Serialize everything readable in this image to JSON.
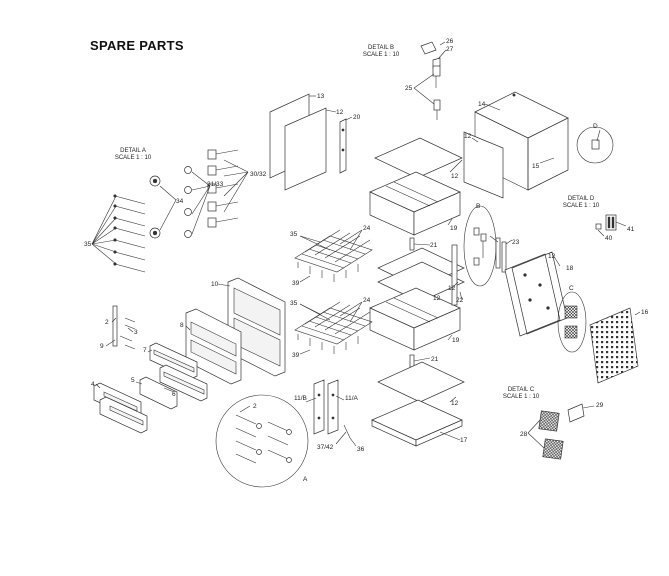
{
  "title": "SPARE PARTS",
  "details": {
    "a": {
      "name": "DETAIL A",
      "scale": "SCALE 1 : 10",
      "circle_label": "A"
    },
    "b": {
      "name": "DETAIL B",
      "scale": "SCALE 1 : 10",
      "oval_label": "B"
    },
    "c": {
      "name": "DETAIL C",
      "scale": "SCALE 1 : 10",
      "oval_label": "C"
    },
    "d": {
      "name": "DETAIL D",
      "scale": "SCALE 1 : 10",
      "circle_label": "D"
    }
  },
  "labels": {
    "p2a": "2",
    "p2b": "2",
    "p3": "3",
    "p4": "4",
    "p5": "5",
    "p6": "6",
    "p7": "7",
    "p8": "8",
    "p9": "9",
    "p10": "10",
    "p11a": "11/A",
    "p11b": "11/B",
    "p12a": "12",
    "p12b": "12",
    "p12c": "12",
    "p12d": "12",
    "p12e": "12",
    "p12f": "12",
    "p12g": "12",
    "p13": "13",
    "p14": "14",
    "p15": "15",
    "p16": "16",
    "p17": "17",
    "p18": "18",
    "p19a": "19",
    "p19b": "19",
    "p20": "20",
    "p21a": "21",
    "p21b": "21",
    "p22": "22",
    "p23": "23",
    "p24a": "24",
    "p24b": "24",
    "p25": "25",
    "p26": "26",
    "p27": "27",
    "p28": "28",
    "p29": "29",
    "p3032": "30/32",
    "p3133": "31/33",
    "p34": "34",
    "p35a": "35",
    "p35b": "35",
    "p35c": "35",
    "p36": "36",
    "p3742": "37/42",
    "p39a": "39",
    "p39b": "39",
    "p40": "40",
    "p41": "41"
  }
}
